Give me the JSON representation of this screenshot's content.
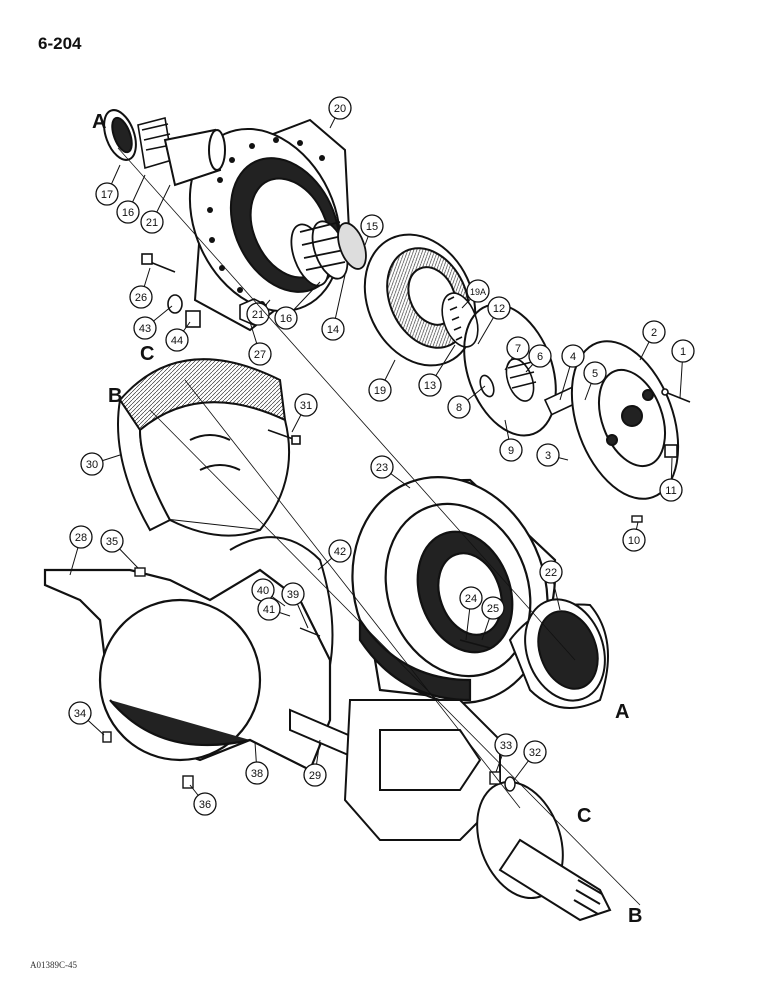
{
  "page": {
    "number": "6-204",
    "footer_code": "A01389C-45"
  },
  "callouts": [
    "20",
    "17",
    "16",
    "21",
    "15",
    "26",
    "43",
    "44",
    "27",
    "21",
    "16",
    "14",
    "19A",
    "12",
    "2",
    "1",
    "7",
    "6",
    "4",
    "5",
    "19",
    "13",
    "8",
    "9",
    "3",
    "11",
    "10",
    "31",
    "30",
    "23",
    "28",
    "35",
    "42",
    "22",
    "40",
    "41",
    "39",
    "24",
    "25",
    "34",
    "38",
    "36",
    "29",
    "33",
    "32"
  ],
  "letter_marks": [
    "A",
    "C",
    "B",
    "A",
    "C",
    "B"
  ],
  "colors": {
    "ink": "#111111",
    "paper": "#ffffff"
  }
}
